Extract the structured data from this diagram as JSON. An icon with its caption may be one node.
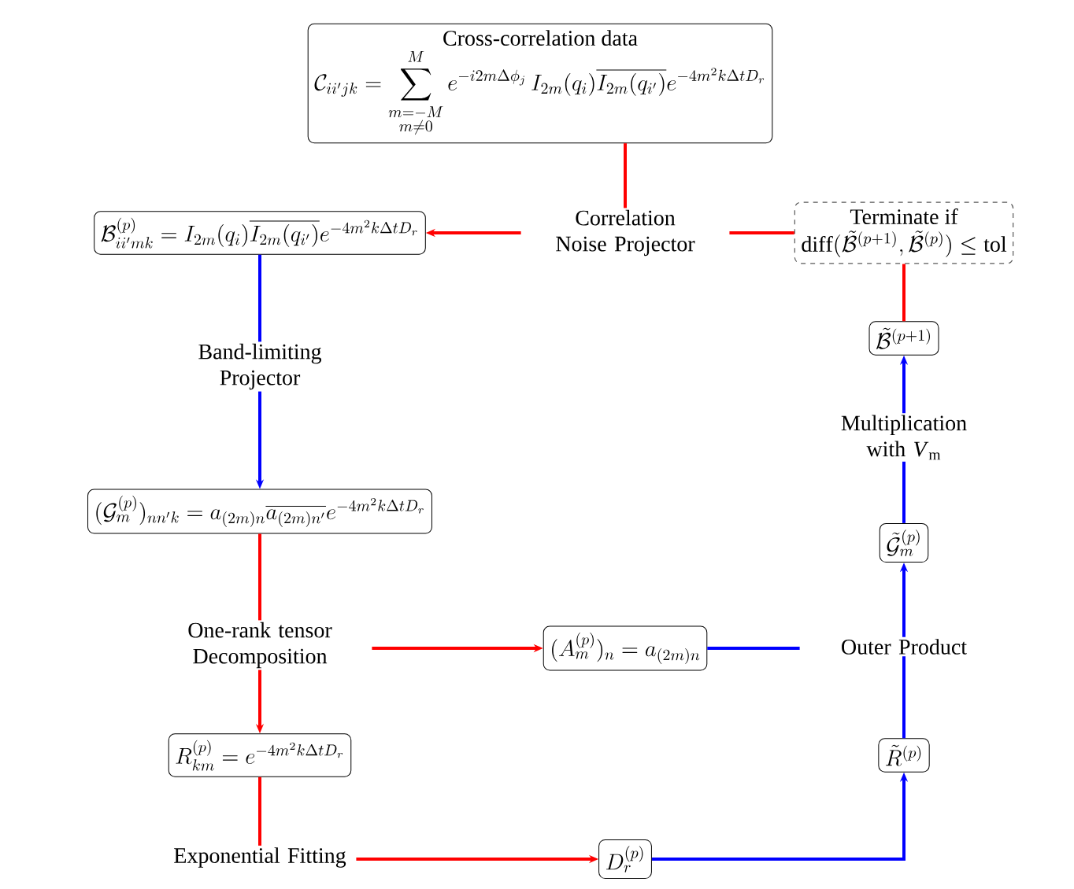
{
  "diagram": {
    "nodes": [
      {
        "text": [
          "Cross-correlation data",
          "\\mathcal{C}_{ii'jk} = \\sum\\limits_{\\substack{m=-M\\\\ m\\neq 0}}^{M} e^{-i2m\\Delta\\phi_j}\\, I_{2m}(q_i)\\overline{I_{2m}(q_{i'})}e^{-4m^2k\\Delta t D_r}"
        ]
      },
      {
        "text": [
          "Correlation Noise Projector"
        ]
      },
      {
        "text": [
          "\\mathcal{B}^{(p)}_{ii'mk} = I_{2m}(q_i)\\overline{I_{2m}(q_{i'})}e^{-4m^2k\\Delta t D_r}"
        ]
      },
      {
        "text": [
          "Terminate if",
          "\\mathrm{diff}(\\tilde{\\mathcal{B}}^{(p+1)},\\tilde{\\mathcal{B}}^{(p)}) \\leq \\mathrm{tol}"
        ]
      },
      {
        "text": [
          "Band-limiting Projector"
        ]
      },
      {
        "text": [
          "\\tilde{\\mathcal{B}}^{(p+1)}"
        ]
      },
      {
        "text": [
          "Multiplication with *V*$_{m}$"
        ]
      },
      {
        "text": [
          "(\\mathcal{G}^{(p)}_m)_{nn'k} = a_{(2m)n}\\overline{a_{(2m)n'}}e^{-4m^2k\\Delta t D_r}"
        ]
      },
      {
        "text": [
          "\\tilde{\\mathcal{G}}^{(p)}_m"
        ]
      },
      {
        "text": [
          "One-rank tensor Decomposition"
        ]
      },
      {
        "text": [
          "(A^{(p)}_m)_n = a_{(2m)n}"
        ]
      },
      {
        "text": [
          "Outer Product"
        ]
      },
      {
        "text": [
          "R^{(p)}_{km} = e^{-4m^2k\\Delta t D_r}"
        ]
      },
      {
        "text": [
          "\\tilde{R}^{(p)}"
        ]
      },
      {
        "text": [
          "Exponential Fitting"
        ]
      },
      {
        "text": [
          "D^{(p)}_r"
        ]
      }
    ],
    "edges": [
      {
        "from": 0,
        "to": 1,
        "arrow": "none"
      },
      {
        "from": 1,
        "to": 2,
        "arrow": "to"
      },
      {
        "from": 3,
        "to": 1,
        "arrow": "none"
      },
      {
        "from": 5,
        "to": 3,
        "arrow": "none"
      },
      {
        "from": 2,
        "to": 4,
        "arrow": "none",
        "color": "#0000ff"
      },
      {
        "from": 4,
        "to": 7,
        "arrow": "to",
        "color": "#0000ff"
      },
      {
        "from": 7,
        "to": 9,
        "arrow": "none"
      },
      {
        "from": 9,
        "to": 10,
        "arrow": "to"
      },
      {
        "from": 9,
        "to": 12,
        "arrow": "to"
      },
      {
        "from": 12,
        "to": 14,
        "arrow": "none"
      },
      {
        "from": 14,
        "to": 15,
        "arrow": "to"
      },
      {
        "from": 15,
        "to": 13,
        "arrow": "to",
        "color": "#0000ff"
      },
      {
        "from": 13,
        "to": 11,
        "arrow": "none",
        "color": "#0000ff"
      },
      {
        "from": 10,
        "to": 11,
        "arrow": "none",
        "color": "#0000ff"
      },
      {
        "from": 11,
        "to": 8,
        "arrow": "to",
        "color": "#0000ff"
      },
      {
        "from": 8,
        "to": 6,
        "arrow": "none",
        "color": "#0000ff"
      },
      {
        "from": 6,
        "to": 5,
        "arrow": "to",
        "color": "#0000ff"
      }
    ]
  }
}
